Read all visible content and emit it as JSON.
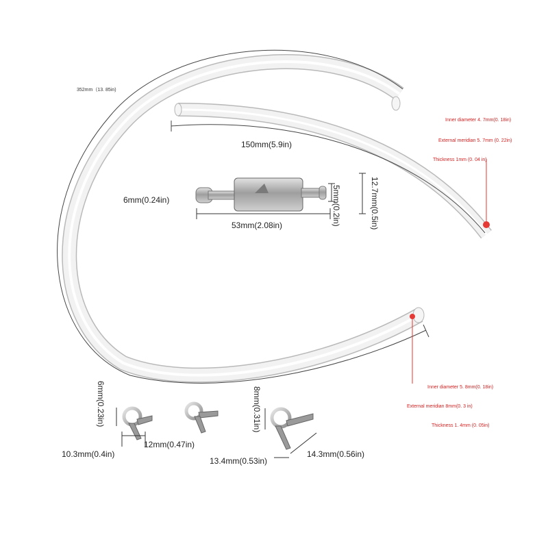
{
  "colors": {
    "tube": "#eeeeee",
    "tube_edge": "#bdbdbd",
    "metal": "#a8a8a8",
    "marker": "#e53935",
    "text": "#222222",
    "spec_text": "#d42020"
  },
  "tube_long": {
    "length_label": "352mm（13. 85in)"
  },
  "tube_short": {
    "length_label": "150mm(5.9in)"
  },
  "tube_short_specs": {
    "inner": "Inner diameter 4. 7mm(0. 18in)",
    "outer": "External meridian 5. 7mm (0. 22in)",
    "thickness": "Thickness 1mm (0. 04 in)"
  },
  "tube_long_specs": {
    "inner": "Inner diameter 5. 8mm(0. 18in)",
    "outer": "External meridian 8mm(0. 3 in)",
    "thickness": "Thickness 1. 4mm (0. 05in)"
  },
  "filter": {
    "left_label": "6mm(0.24in)",
    "length_label": "53mm(2.08in)",
    "nozzle_label": "5mm(0.2in)",
    "body_label": "12.7mm(0.5in)"
  },
  "clamps": {
    "small_height": "6mm(0.23in)",
    "small_width": "10.3mm(0.4in)",
    "mid_width": "12mm(0.47in)",
    "large_height": "8mm(0.31in)",
    "large_width": "13.4mm(0.53in)",
    "large_depth": "14.3mm(0.56in)"
  }
}
